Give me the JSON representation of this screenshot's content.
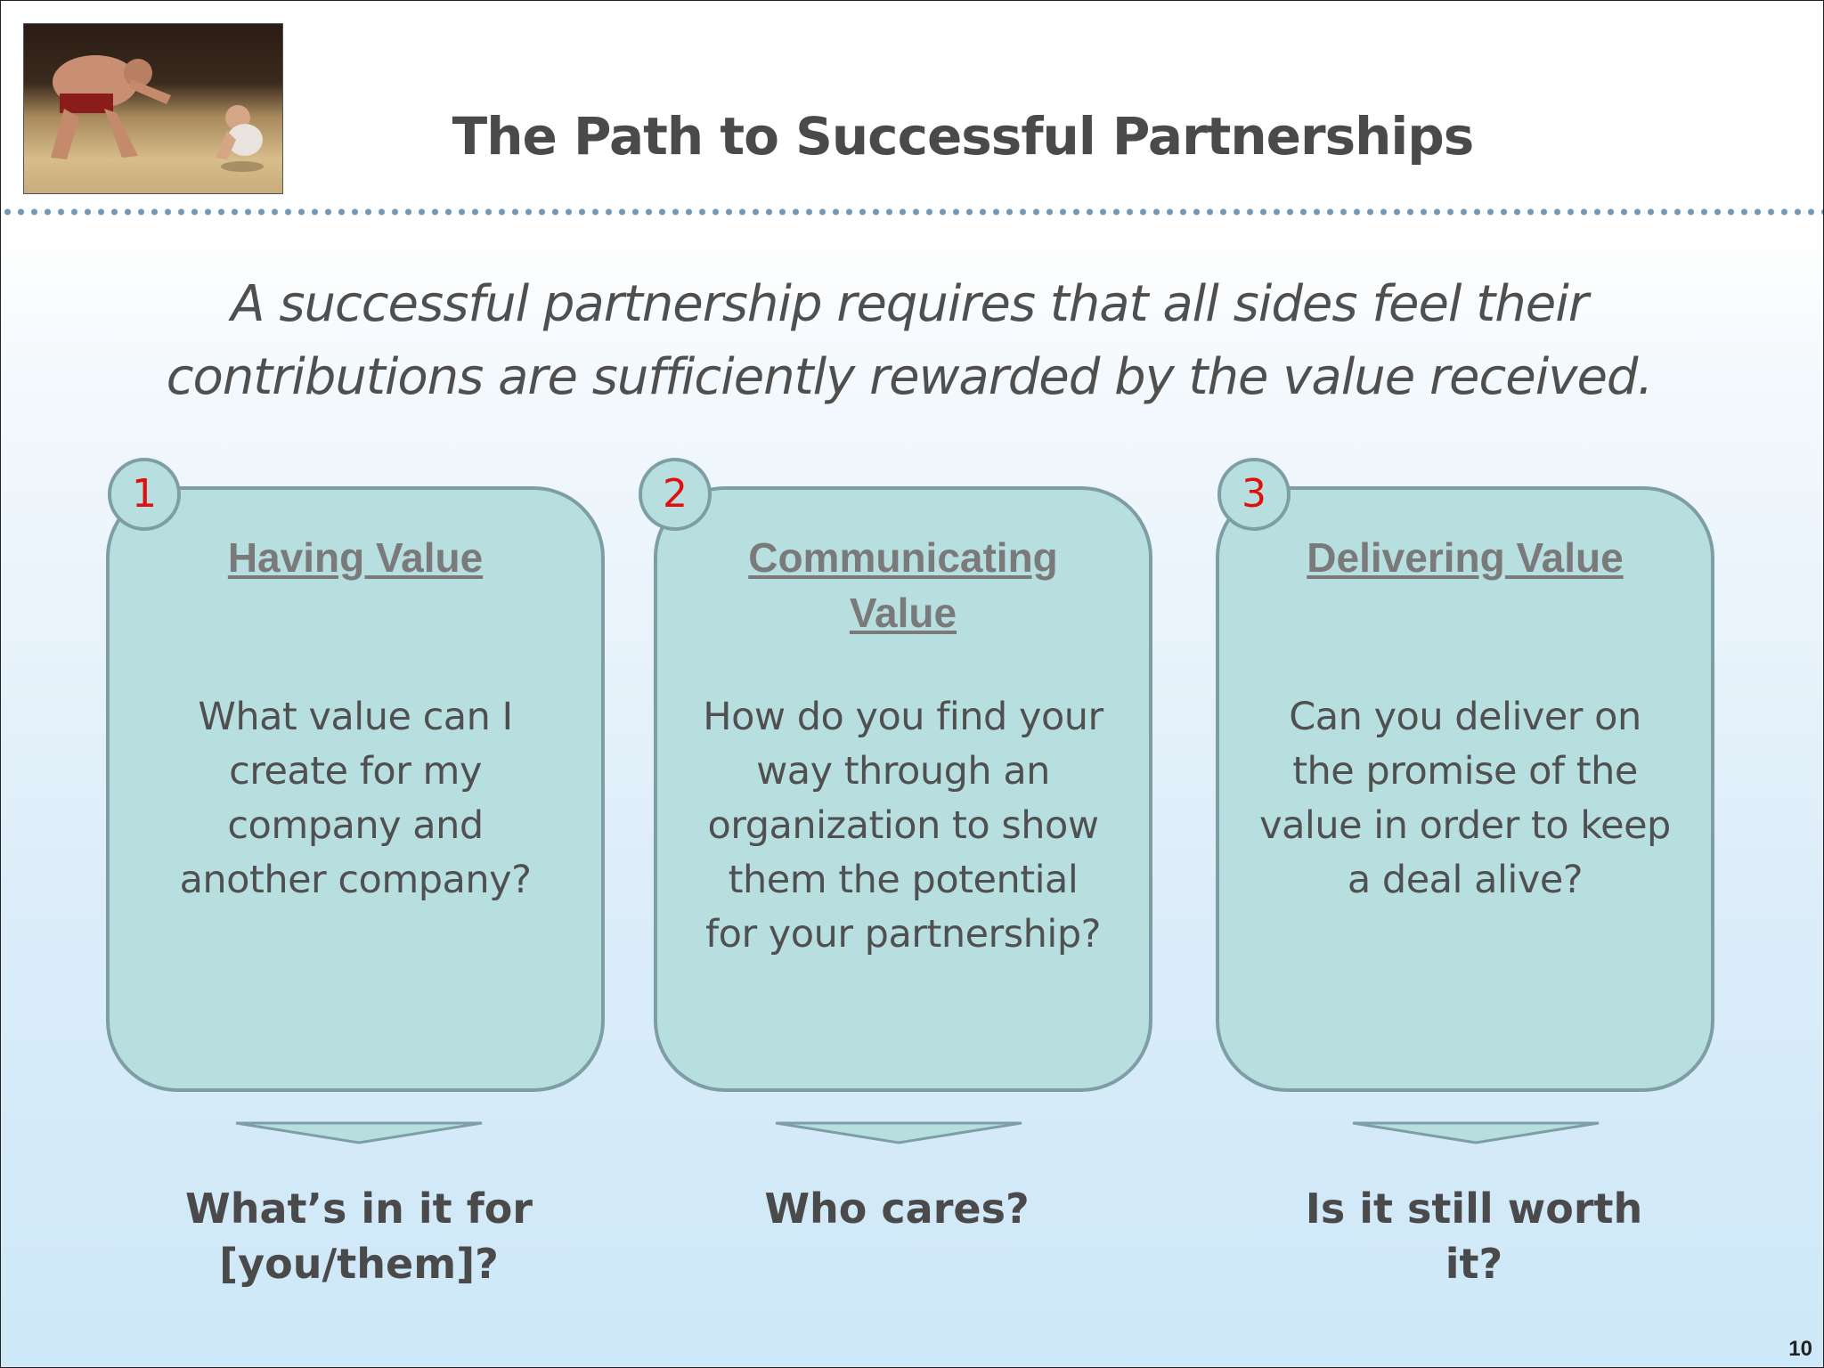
{
  "slide": {
    "title": "The Path to Successful Partnerships",
    "subtitle_line1": "A successful partnership requires that all sides feel their",
    "subtitle_line2": "contributions are sufficiently rewarded by the value received.",
    "page_number": "10"
  },
  "cards": [
    {
      "number": "1",
      "title_lines": [
        "Having Value"
      ],
      "body_lines": [
        "What value can I",
        "create for my",
        "company and",
        "another company?"
      ],
      "question_lines": [
        "What’s in it for",
        "[you/them]?"
      ]
    },
    {
      "number": "2",
      "title_lines": [
        "Communicating",
        "Value"
      ],
      "body_lines": [
        "How do you find your",
        "way through an",
        "organization to show",
        "them the potential",
        "for your partnership?"
      ],
      "question_lines": [
        "Who cares?"
      ]
    },
    {
      "number": "3",
      "title_lines": [
        "Delivering Value"
      ],
      "body_lines": [
        "Can you deliver on",
        "the promise of the",
        "value in order to keep",
        "a deal alive?"
      ],
      "question_lines": [
        "Is it still worth",
        "it?"
      ]
    }
  ],
  "colors": {
    "card_fill": "#b8dfe0",
    "card_border": "#7e9ea6",
    "badge_number": "#e01010",
    "divider_dots": "#6f99bb"
  }
}
